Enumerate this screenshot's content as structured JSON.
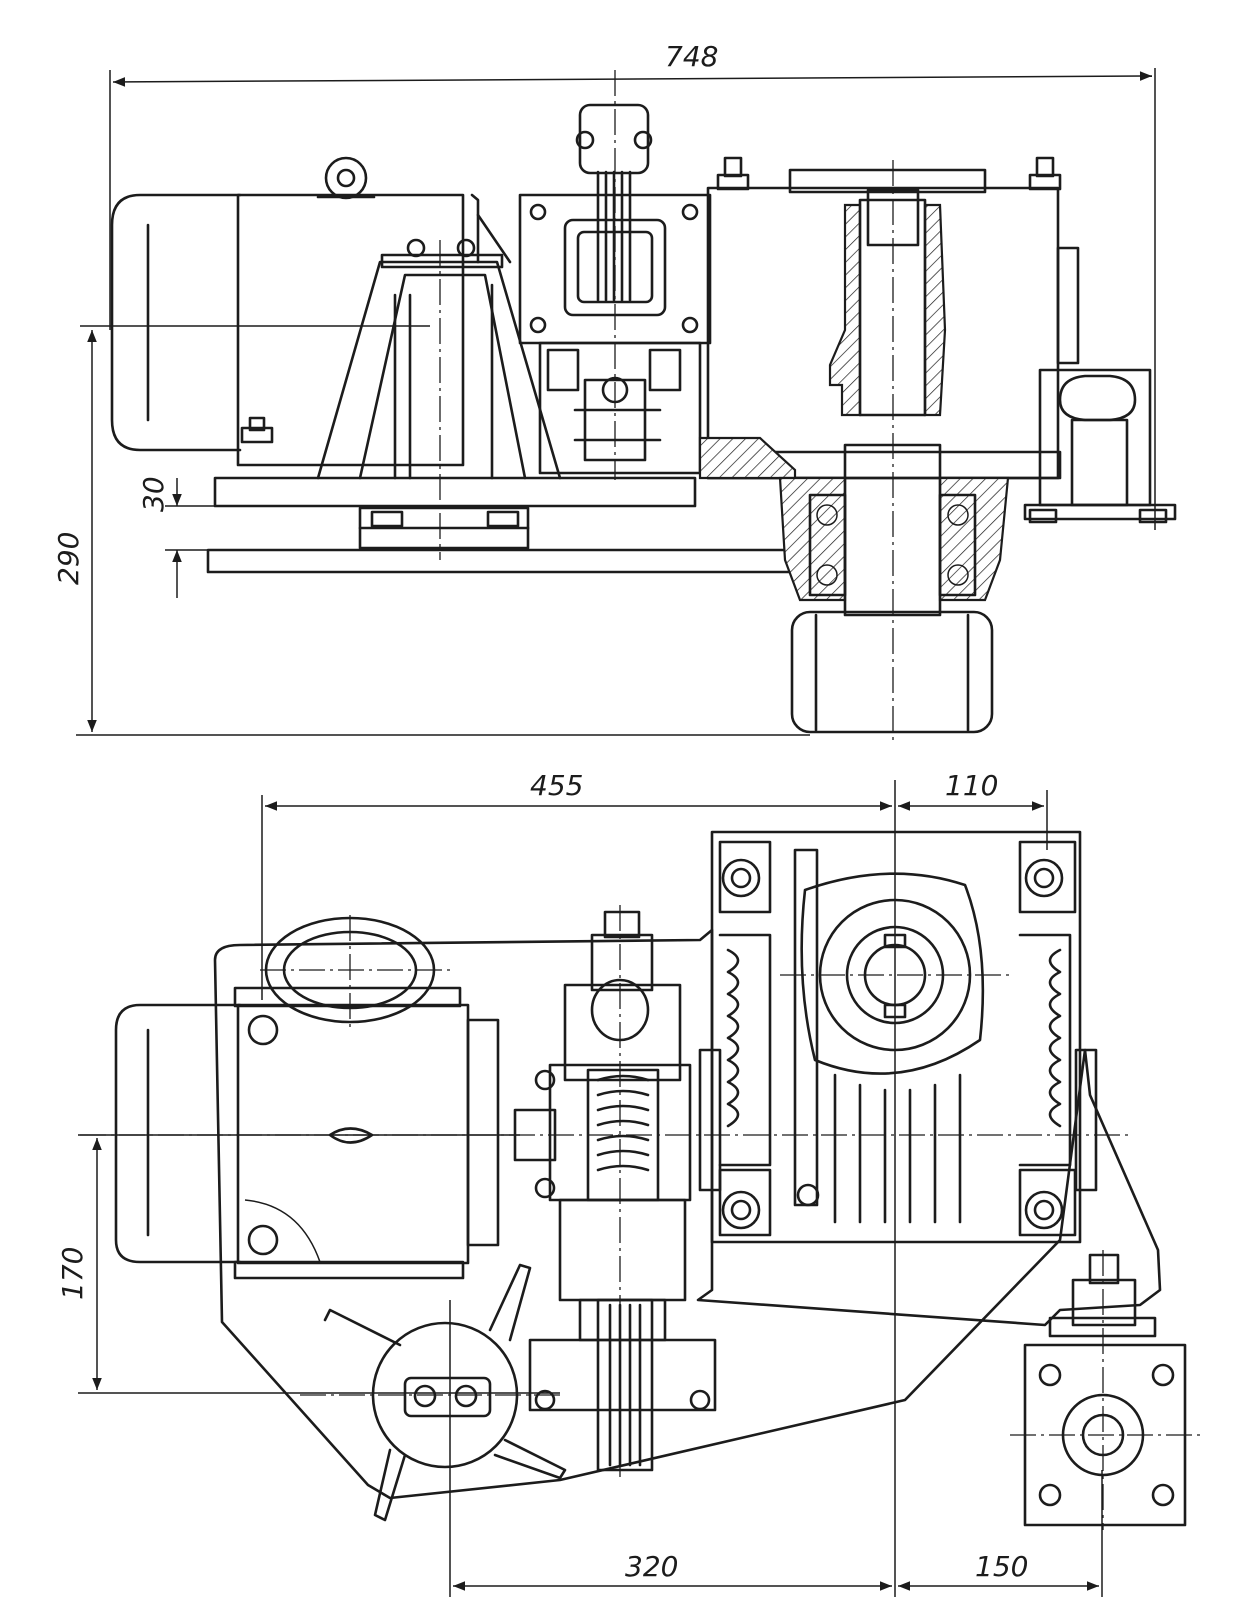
{
  "dimensions": {
    "overall_width": "748",
    "motor_offset": "30",
    "overall_height": "290",
    "motor_to_wheel_axis": "455",
    "wheel_axis_to_edge": "110",
    "height_plan": "170",
    "support_to_axis": "320",
    "axis_to_guide": "150"
  }
}
